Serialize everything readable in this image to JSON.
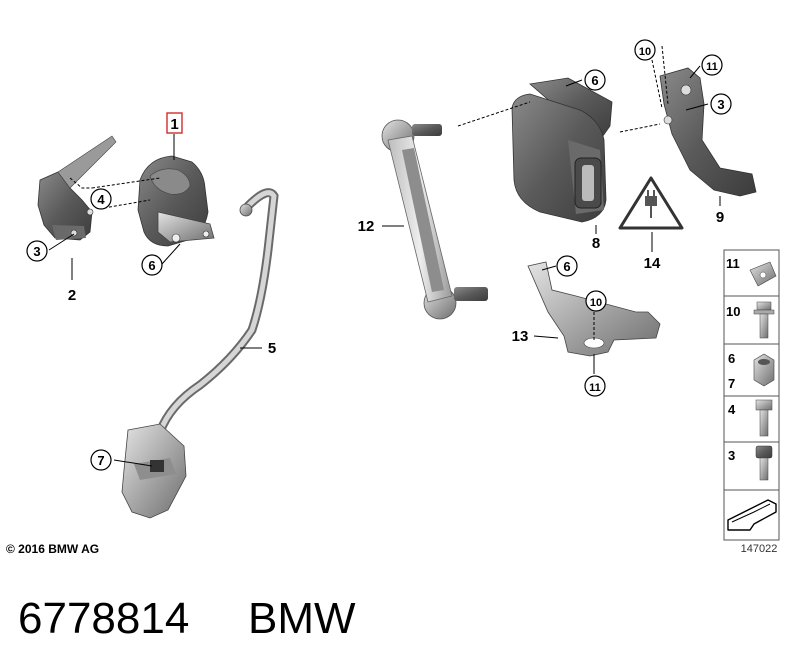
{
  "labels": {
    "l1": "1",
    "l2": "2",
    "l3a": "3",
    "l4": "4",
    "l6a": "6",
    "l5": "5",
    "l7": "7",
    "l12": "12",
    "l6b": "6",
    "l8": "8",
    "l14": "14",
    "l10a": "10",
    "l11a": "11",
    "l3b": "3",
    "l9": "9",
    "l6c": "6",
    "l10b": "10",
    "l13": "13",
    "l11b": "11"
  },
  "legend": {
    "r1": "11",
    "r2": "10",
    "r3a": "6",
    "r3b": "7",
    "r4": "4",
    "r5": "3"
  },
  "copyright": "© 2016 BMW AG",
  "diagram_number": "147022",
  "footer": {
    "part_number": "6778814",
    "brand": "BMW"
  },
  "colors": {
    "part_dark": "#555555",
    "part_mid": "#8a8a8a",
    "part_light": "#c8c8c8",
    "highlight_box": "#d42a2a"
  }
}
